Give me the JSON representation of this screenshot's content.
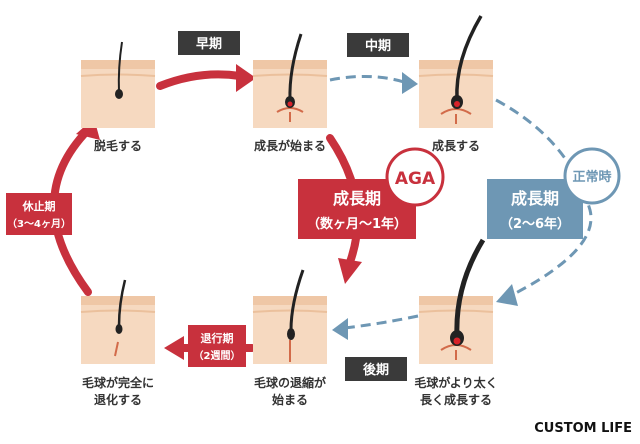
{
  "stages": {
    "early": "早期",
    "middle": "中期",
    "late": "後期"
  },
  "cells": {
    "shedding": [
      "脱毛する"
    ],
    "growth_start": [
      "成長が始まる"
    ],
    "growth": [
      "成長する"
    ],
    "shrink_start": [
      "毛球の退縮が",
      "始まる"
    ],
    "bulb_regress": [
      "毛球が完全に",
      "退化する"
    ],
    "thick_long": [
      "毛球がより太く",
      "長く成長する"
    ]
  },
  "phases": {
    "rest": [
      "休止期",
      "（3〜4ヶ月）"
    ],
    "regression": [
      "退行期",
      "（2週間）"
    ],
    "growth_aga": [
      "成長期",
      "（数ヶ月〜1年）"
    ],
    "growth_normal": [
      "成長期",
      "（2〜6年）"
    ]
  },
  "badges": {
    "aga": "AGA",
    "normal": "正常時"
  },
  "brand": "CUSTOM LIFE",
  "colors": {
    "red": "#c8313d",
    "blue": "#6e97b4",
    "dark": "#3a3a3a",
    "skin": "#f6d9c0",
    "skin_band": "#efc7a6"
  }
}
